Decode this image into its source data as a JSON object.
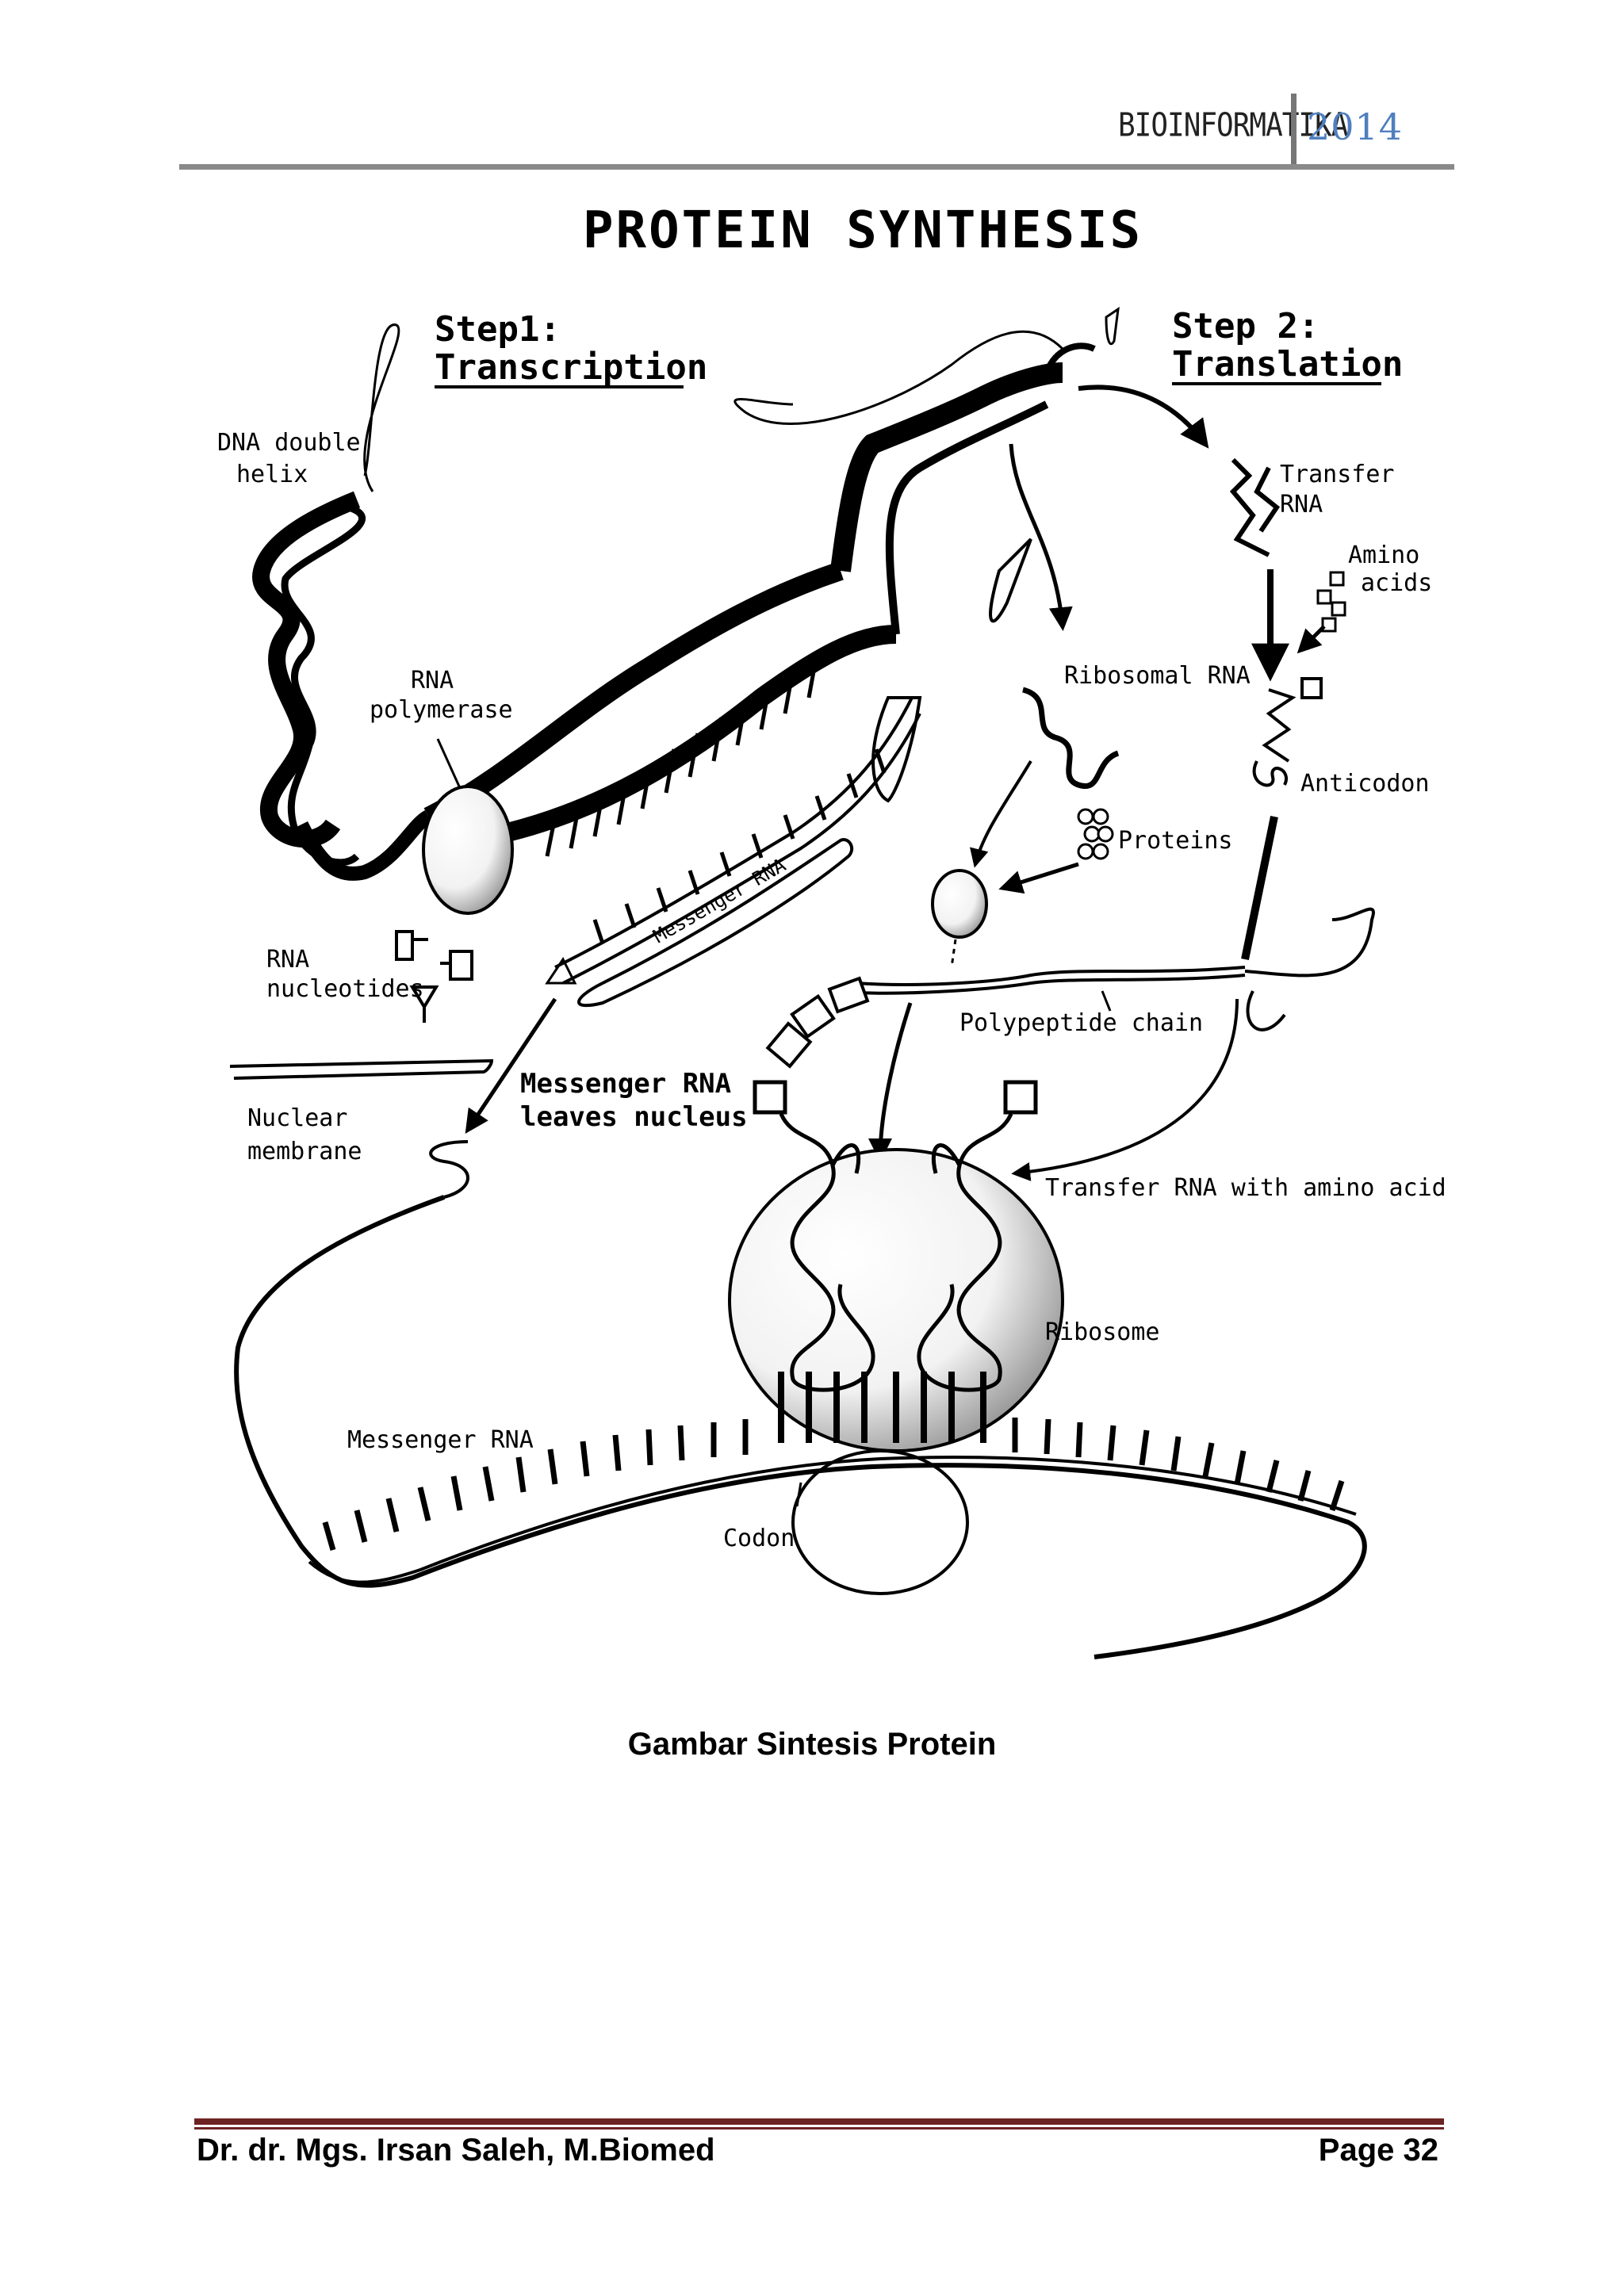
{
  "header": {
    "running_title": "BIOINFORMATIKA",
    "year": "2014"
  },
  "diagram": {
    "title": "PROTEIN SYNTHESIS",
    "step1": {
      "line1": "Step1:",
      "line2": "Transcription"
    },
    "step2": {
      "line1": "Step 2:",
      "line2": "Translation"
    },
    "labels": {
      "dna_1": "DNA double",
      "dna_2": "helix",
      "rna_pol_1": "RNA",
      "rna_pol_2": "polymerase",
      "rna_nuc_1": "RNA",
      "rna_nuc_2": "nucleotides",
      "messenger_rna_diag": "Messenger RNA",
      "nuclear_1": "Nuclear",
      "nuclear_2": "membrane",
      "mrna_leaves_1": "Messenger RNA",
      "mrna_leaves_2": "leaves nucleus",
      "ribosomal_rna": "Ribosomal RNA",
      "transfer_rna_1": "Transfer",
      "transfer_rna_2": "RNA",
      "amino_1": "Amino",
      "amino_2": "acids",
      "anticodon": "Anticodon",
      "proteins": "Proteins",
      "polypeptide": "Polypeptide chain",
      "trna_amino": "Transfer RNA with amino acid",
      "ribosome": "Ribosome",
      "messenger_rna": "Messenger RNA",
      "codon": "Codon"
    }
  },
  "caption": "Gambar Sintesis Protein",
  "footer": {
    "author": "Dr. dr. Mgs. Irsan Saleh, M.Biomed",
    "page": "Page 32"
  }
}
